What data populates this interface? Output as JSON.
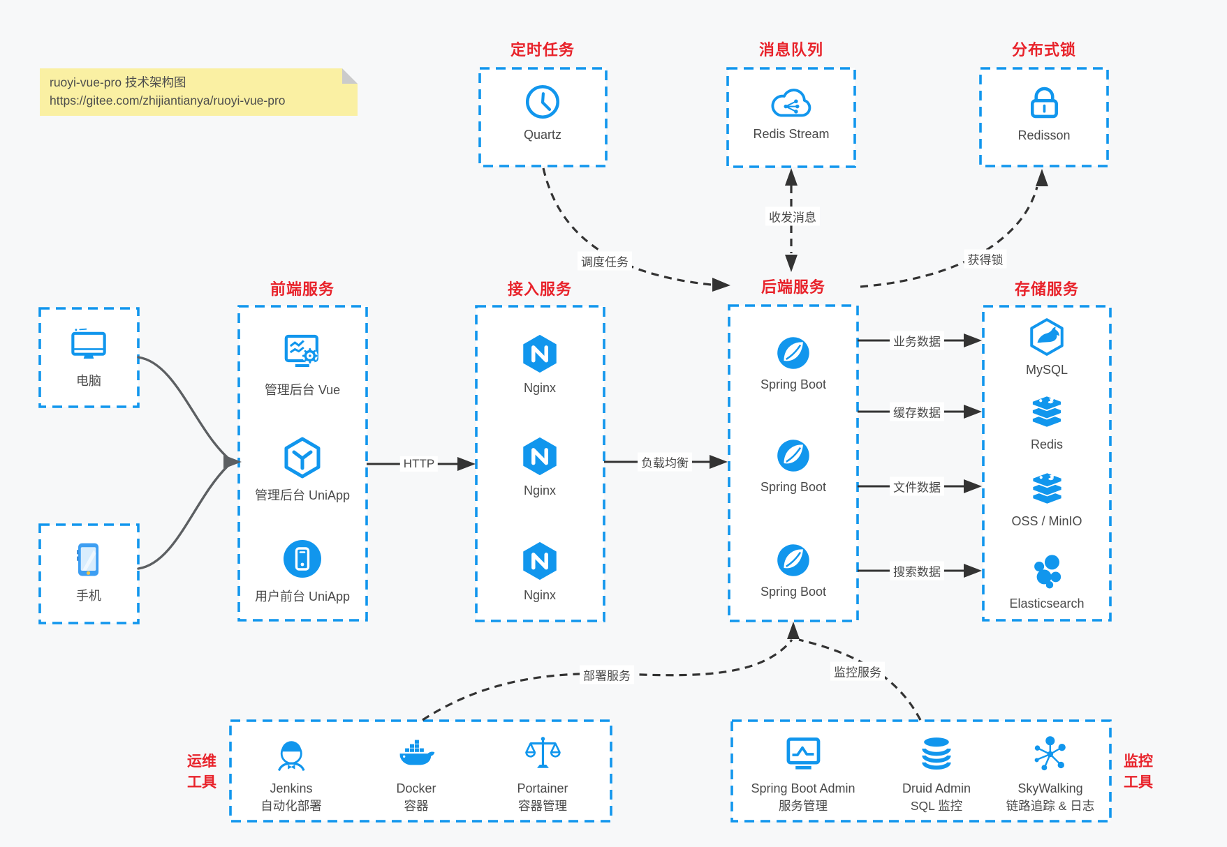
{
  "note": {
    "line1": "ruoyi-vue-pro 技术架构图",
    "line2": "https://gitee.com/zhijiantianya/ruoyi-vue-pro"
  },
  "sections": {
    "scheduled": {
      "title": "定时任务",
      "item": {
        "label": "Quartz",
        "icon": "clock-icon"
      }
    },
    "mq": {
      "title": "消息队列",
      "item": {
        "label": "Redis Stream",
        "icon": "cloud-stream-icon"
      }
    },
    "lock": {
      "title": "分布式锁",
      "item": {
        "label": "Redisson",
        "icon": "padlock-icon"
      }
    },
    "clients": {
      "pc": {
        "label": "电脑",
        "icon": "desktop-icon"
      },
      "mobile": {
        "label": "手机",
        "icon": "smartphone-icon"
      }
    },
    "frontend": {
      "title": "前端服务",
      "items": [
        {
          "label": "管理后台 Vue",
          "icon": "admin-vue-icon"
        },
        {
          "label": "管理后台 UniApp",
          "icon": "uniapp-hexagon-icon"
        },
        {
          "label": "用户前台 UniApp",
          "icon": "uniapp-circle-icon"
        }
      ]
    },
    "gateway": {
      "title": "接入服务",
      "items": [
        {
          "label": "Nginx",
          "icon": "nginx-icon"
        },
        {
          "label": "Nginx",
          "icon": "nginx-icon"
        },
        {
          "label": "Nginx",
          "icon": "nginx-icon"
        }
      ]
    },
    "backend": {
      "title": "后端服务",
      "items": [
        {
          "label": "Spring Boot",
          "icon": "spring-icon"
        },
        {
          "label": "Spring Boot",
          "icon": "spring-icon"
        },
        {
          "label": "Spring Boot",
          "icon": "spring-icon"
        }
      ]
    },
    "storage": {
      "title": "存储服务",
      "items": [
        {
          "label": "MySQL",
          "icon": "mysql-icon"
        },
        {
          "label": "Redis",
          "icon": "redis-icon"
        },
        {
          "label": "OSS / MinIO",
          "icon": "oss-minio-icon"
        },
        {
          "label": "Elasticsearch",
          "icon": "elasticsearch-icon"
        }
      ]
    },
    "ops": {
      "side_title_line1": "运维",
      "side_title_line2": "工具",
      "items": [
        {
          "name": "Jenkins",
          "desc": "自动化部署",
          "icon": "jenkins-icon"
        },
        {
          "name": "Docker",
          "desc": "容器",
          "icon": "docker-icon"
        },
        {
          "name": "Portainer",
          "desc": "容器管理",
          "icon": "portainer-icon"
        }
      ]
    },
    "monitoring": {
      "side_title_line1": "监控",
      "side_title_line2": "工具",
      "items": [
        {
          "name": "Spring Boot Admin",
          "desc": "服务管理",
          "icon": "springboot-admin-icon"
        },
        {
          "name": "Druid Admin",
          "desc": "SQL 监控",
          "icon": "druid-icon"
        },
        {
          "name": "SkyWalking",
          "desc": "链路追踪 & 日志",
          "icon": "skywalking-icon"
        }
      ]
    }
  },
  "edges": {
    "http": "HTTP",
    "load_balance": "负载均衡",
    "schedule": "调度任务",
    "message": "收发消息",
    "acquire_lock": "获得锁",
    "deploy": "部署服务",
    "monitor": "监控服务",
    "business_data": "业务数据",
    "cache_data": "缓存数据",
    "file_data": "文件数据",
    "search_data": "搜索数据"
  },
  "colors": {
    "blue": "#1196ed",
    "red": "#e8232b",
    "text": "#4a4a4a",
    "arrow": "#333333",
    "client_arrow": "#5c5f62",
    "note_bg": "#faf0a3",
    "canvas_bg": "#f7f8f9"
  }
}
